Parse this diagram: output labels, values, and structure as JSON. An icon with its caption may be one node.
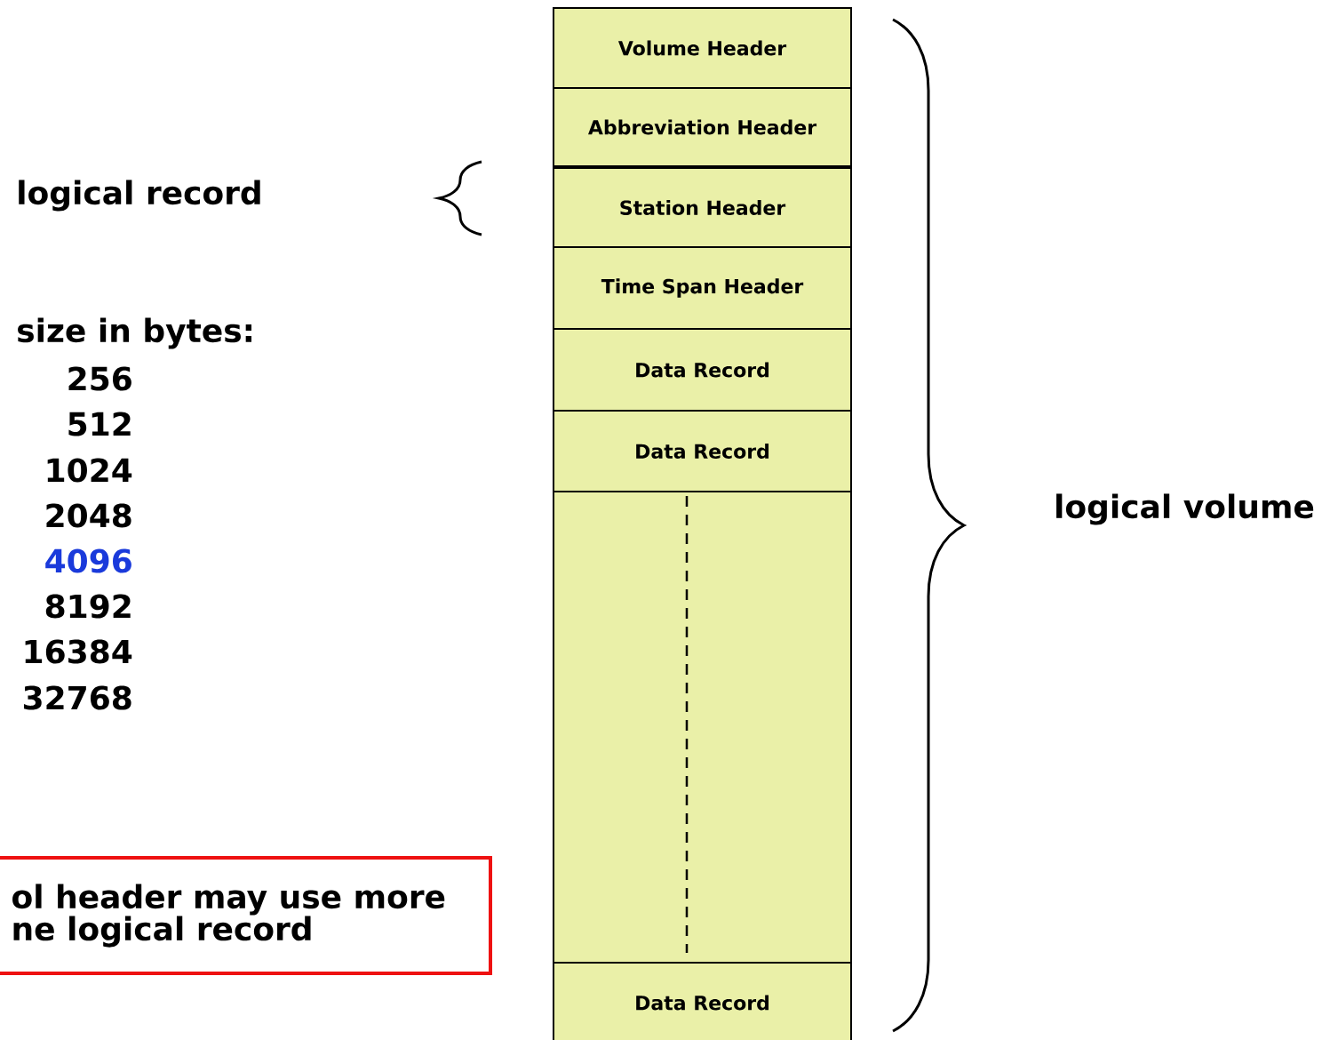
{
  "diagram": {
    "nodes": [
      {
        "text": [
          "Volume Header"
        ]
      },
      {
        "text": [
          "Abbreviation Header"
        ]
      },
      {
        "text": [
          "Station Header"
        ]
      },
      {
        "text": [
          "Time Span Header"
        ]
      },
      {
        "text": [
          "Data Record"
        ]
      },
      {
        "text": [
          "Data Record"
        ]
      },
      {
        "text": [],
        "shape": "box"
      },
      {
        "text": [
          "Data Record"
        ]
      },
      {
        "text": [
          "ol header may use more ne logical record"
        ]
      }
    ],
    "edges": [],
    "labels": [
      "logical record",
      "size in bytes:",
      "256",
      "512",
      "1024",
      "2048",
      "4096",
      "8192",
      "16384",
      "32768",
      "logical volume"
    ]
  }
}
